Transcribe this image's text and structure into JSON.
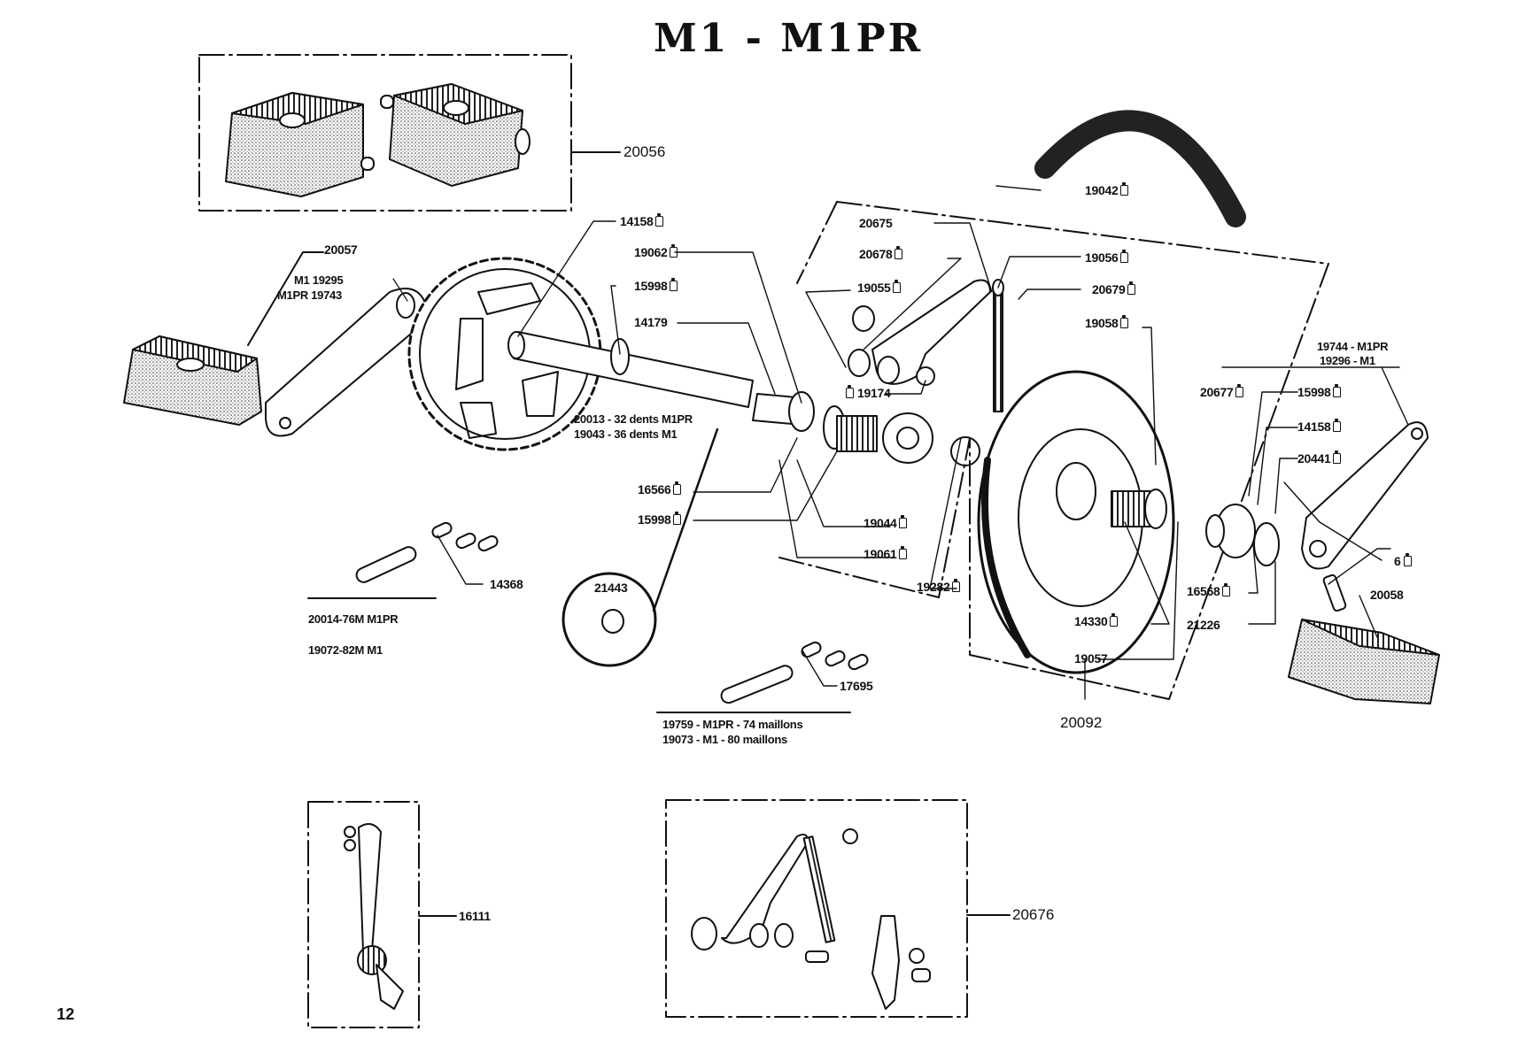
{
  "page": {
    "title": "M1 - M1PR",
    "page_number": "12"
  },
  "kits": {
    "pedals_pair": "20056",
    "lever_kit": "16111",
    "clutch_lever_kit": "20676",
    "pulley_assembly": "20092"
  },
  "labels": {
    "l_20057": "20057",
    "crank_left_m1": "M1 19295",
    "crank_left_m1pr": "M1PR 19743",
    "l_14158_a": "14158",
    "l_19062": "19062",
    "l_15998_a": "15998",
    "l_14179": "14179",
    "sprocket_m1pr": "20013 - 32 dents M1PR",
    "sprocket_m1": "19043 - 36 dents M1",
    "l_16566": "16566",
    "l_15998_b": "15998",
    "l_19042": "19042",
    "l_20675": "20675",
    "l_20678": "20678",
    "l_19055": "19055",
    "l_19174": "19174",
    "l_19056": "19056",
    "l_20679": "20679",
    "l_19058": "19058",
    "l_19044": "19044",
    "l_19061": "19061",
    "l_19282": "19282",
    "l_14330": "14330",
    "l_19057": "19057",
    "crank_right_m1pr": "19744 - M1PR",
    "crank_right_m1": "19296 - M1",
    "l_20677": "20677",
    "l_15998_c": "15998",
    "l_14158_b": "14158",
    "l_20441": "20441",
    "l_6": "6",
    "l_20058": "20058",
    "l_16568": "16568",
    "l_21226": "21226",
    "l_14368": "14368",
    "chain_a_m1pr": "20014-76M  M1PR",
    "chain_a_m1": "19072-82M  M1",
    "l_21443": "21443",
    "l_17695": "17695",
    "chain_b_m1pr": "19759 - M1PR - 74 maillons",
    "chain_b_m1": "19073 - M1 - 80 maillons"
  },
  "icons": {
    "oil_marker": "oil-can-icon"
  },
  "colors": {
    "ink": "#111111",
    "paper": "#ffffff"
  }
}
